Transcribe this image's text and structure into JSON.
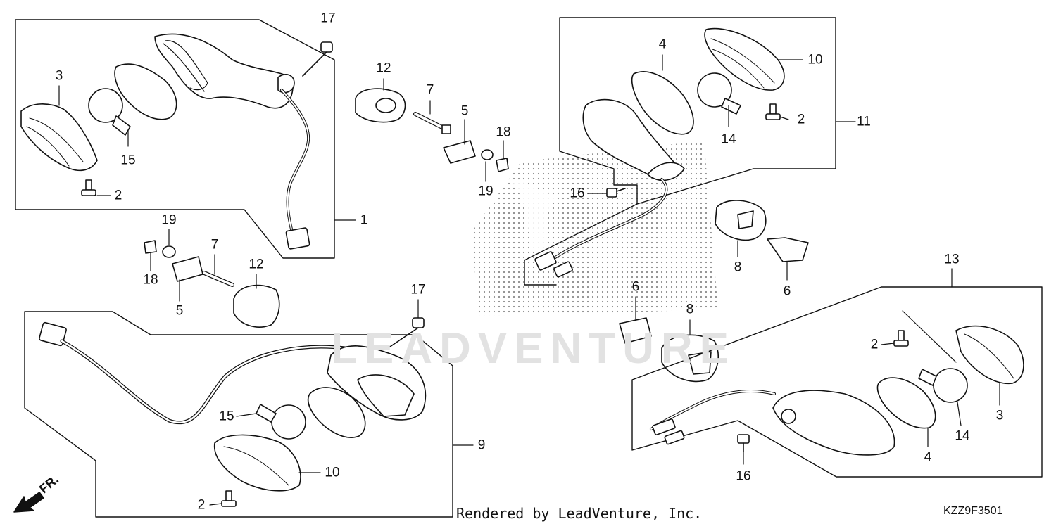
{
  "diagram": {
    "credit": "Rendered by LeadVenture, Inc.",
    "diagram_code": "KZZ9F3501",
    "direction_label": "FR.",
    "watermark": "LEADVENTURE",
    "callouts": [
      {
        "id": "c17a",
        "label": "17"
      },
      {
        "id": "c3a",
        "label": "3"
      },
      {
        "id": "c15a",
        "label": "15"
      },
      {
        "id": "c2a",
        "label": "2"
      },
      {
        "id": "c1",
        "label": "1"
      },
      {
        "id": "c12a",
        "label": "12"
      },
      {
        "id": "c7a",
        "label": "7"
      },
      {
        "id": "c5a",
        "label": "5"
      },
      {
        "id": "c18a",
        "label": "18"
      },
      {
        "id": "c19a",
        "label": "19"
      },
      {
        "id": "c19b",
        "label": "19"
      },
      {
        "id": "c18b",
        "label": "18"
      },
      {
        "id": "c7b",
        "label": "7"
      },
      {
        "id": "c5b",
        "label": "5"
      },
      {
        "id": "c12b",
        "label": "12"
      },
      {
        "id": "c4a",
        "label": "4"
      },
      {
        "id": "c10a",
        "label": "10"
      },
      {
        "id": "c14a",
        "label": "14"
      },
      {
        "id": "c2b",
        "label": "2"
      },
      {
        "id": "c11",
        "label": "11"
      },
      {
        "id": "c16a",
        "label": "16"
      },
      {
        "id": "c8a",
        "label": "8"
      },
      {
        "id": "c6a",
        "label": "6"
      },
      {
        "id": "c6b",
        "label": "6"
      },
      {
        "id": "c8b",
        "label": "8"
      },
      {
        "id": "c13",
        "label": "13"
      },
      {
        "id": "c2c",
        "label": "2"
      },
      {
        "id": "c3b",
        "label": "3"
      },
      {
        "id": "c14b",
        "label": "14"
      },
      {
        "id": "c4b",
        "label": "4"
      },
      {
        "id": "c16b",
        "label": "16"
      },
      {
        "id": "c17b",
        "label": "17"
      },
      {
        "id": "c15b",
        "label": "15"
      },
      {
        "id": "c10b",
        "label": "10"
      },
      {
        "id": "c9",
        "label": "9"
      },
      {
        "id": "c2d",
        "label": "2"
      }
    ]
  }
}
